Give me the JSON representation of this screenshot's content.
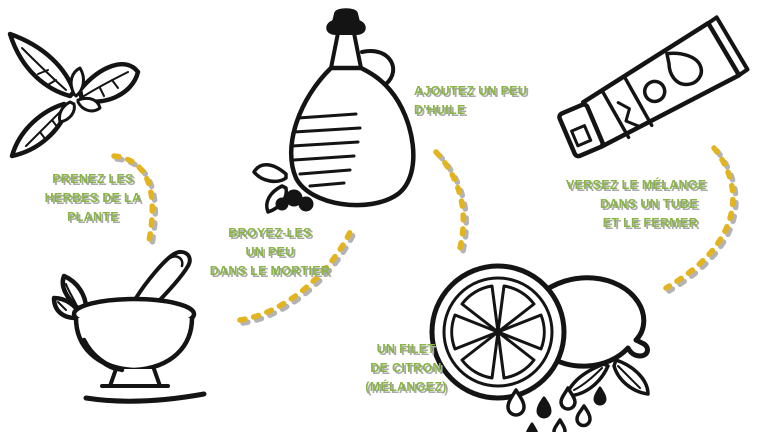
{
  "diagram": {
    "title": "recette-illustree-process",
    "background_color": "#ffffff",
    "label_color": "#88b544",
    "label_shadow_color": "#a8a8a8",
    "arrow_color": "#e2b41f",
    "line_art_color": "#141414",
    "icons": [
      {
        "name": "basil-sprig-icon"
      },
      {
        "name": "mortar-pestle-icon"
      },
      {
        "name": "oil-cruet-icon"
      },
      {
        "name": "cream-tube-icon"
      },
      {
        "name": "lemon-juice-icon"
      }
    ],
    "steps": [
      {
        "id": "herbs",
        "lines": [
          "Prenez les",
          "herbes de la",
          "plante"
        ]
      },
      {
        "id": "mortar",
        "lines": [
          "Broyez-les",
          "un peu",
          "dans le mortier"
        ]
      },
      {
        "id": "oil",
        "lines": [
          "Ajoutez un peu",
          "d'huile"
        ]
      },
      {
        "id": "lemon",
        "lines": [
          "Un filet",
          "de citron",
          "(mélangez)"
        ]
      },
      {
        "id": "tube",
        "lines": [
          "Versez le mélange",
          "dans un tube",
          "et le fermer"
        ]
      }
    ],
    "arrows": [
      {
        "name": "arrow-herbs-to-mortar"
      },
      {
        "name": "arrow-mortar-to-bottle"
      },
      {
        "name": "arrow-bottle-to-lemon"
      },
      {
        "name": "arrow-lemon-to-tube"
      }
    ]
  }
}
